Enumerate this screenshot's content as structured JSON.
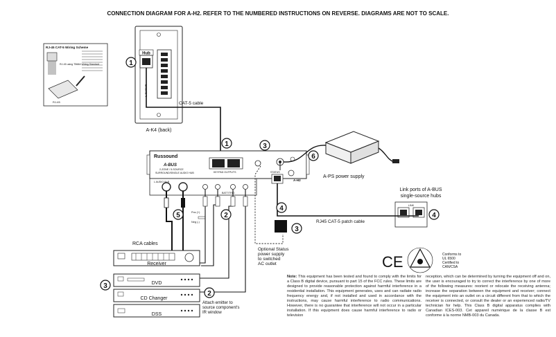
{
  "title": "CONNECTION DIAGRAM FOR A-H2. REFER TO THE NUMBERED INSTRUCTIONS ON REVERSE. DIAGRAMS ARE NOT TO SCALE.",
  "wiring_scheme": {
    "title": "RJ-45 CAT-5 Wiring Scheme",
    "std_label": "RJ-45 using T568A Wiring Standard",
    "plug_label": "RJ-45"
  },
  "keypad": {
    "hub_label": "Hub",
    "side_label": "L GAN R",
    "caption": "A-K4 (back)"
  },
  "cable_label": "CAT-5 cable",
  "hub": {
    "brand": "Russound",
    "model": "A-BUS",
    "desc1": "2-ZONE / 5-SOURCE",
    "desc2": "SURROUND/SINGLE AUDIO HUB",
    "keypad_outputs": "KEYPAD OUTPUTS",
    "ir_label": "IR Emitter",
    "status": "STATUS",
    "model_no": "A-H2",
    "audio_in": "L   AUDIO IN   R",
    "batt": "BATT/TRIG"
  },
  "power_supply": "A-PS power supply",
  "link_hubs": {
    "label1": "Link ports of A-BUS",
    "label2": "single-source hubs",
    "link": "LINK"
  },
  "patch_cable": "RJ45 CAT-5 patch cable",
  "status_supply": [
    "Optional Status",
    "power supply",
    "to switched",
    "AC outlet"
  ],
  "rca_cables": "RCA cables",
  "plug_labels": [
    "Pos (+)",
    "Neg (-)"
  ],
  "components": {
    "receiver": "Receiver",
    "dvd": "DVD",
    "cd": "CD Changer",
    "dss": "DSS"
  },
  "emitter_note": [
    "Attach emitter to",
    "source component's",
    "IR window"
  ],
  "certs": {
    "ce": "CE",
    "csa": [
      "Conforms to",
      "UL 6500",
      "Certified to",
      "CAN/CSA"
    ]
  },
  "note_head": "Note:",
  "note_col1": "This equipment has been tested and found to comply with the limits for a Class B digital device, pursuant to part 15 of the FCC rules. These limits are designed to provide reasonable protection against harmful interference in a residential installation. This equipment generates, uses and can radiate radio frequency energy and, if not installed and used in accordance with the instructions, may cause harmful interference to radio communications. However, there is no guarantee that interference will not occur in a particular installation. If this equipment does cause harmful interference to radio or television",
  "note_col2": "reception, which can be determined by turning the equipment off and on, the user is encouraged to try to correct the interference by one of more of the following measures: reorient or relocate the receiving antenna; increase the separation between the equipment and receiver; connect the equipment into an outlet on a circuit different from that to which the receiver is connected, or consult the dealer or an experienced radio/TV technician for help. This Class B digital apparatus complies with Canadian ICES-003. Cet appareil numérique de la classe B est conforme à la norme NMB-003 du Canada.",
  "steps": [
    "1",
    "2",
    "3",
    "4",
    "5",
    "6"
  ]
}
